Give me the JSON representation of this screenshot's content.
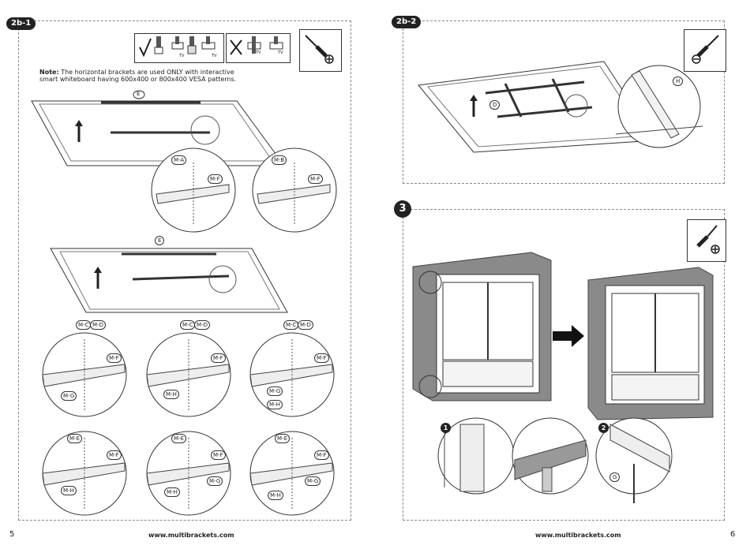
{
  "left_page": {
    "step_badge": "2b-1",
    "note_label": "Note:",
    "note_line1": "The horizontal brackets are used ONLY with interactive",
    "note_line2": "smart whiteboard having 600x400 or 800x400 VESA patterns.",
    "footer_url": "www.multibrackets.com",
    "page_number": "5",
    "icon_tv": "TV",
    "label_e": "E",
    "zoom_top": [
      [
        "M-A",
        "M-F"
      ],
      [
        "M-B",
        "M-F"
      ]
    ],
    "row1": [
      {
        "a": "M-C",
        "b": "M-D",
        "c": "M-F",
        "d": "M-G"
      },
      {
        "a": "M-C",
        "b": "M-D",
        "c": "M-F",
        "d": "M-H"
      },
      {
        "a": "M-C",
        "b": "M-D",
        "c": "M-F",
        "d": "M-G",
        "e": "M-H"
      }
    ],
    "row2": [
      {
        "a": "M-E",
        "c": "M-F",
        "d": "M-H"
      },
      {
        "a": "M-E",
        "c": "M-F",
        "d": "M-G",
        "e": "M-H"
      },
      {
        "a": "M-E",
        "c": "M-F",
        "d": "M-G",
        "e": "M-H"
      }
    ]
  },
  "right_page": {
    "step_badge": "2b-2",
    "step3_badge": "3",
    "label_d": "D",
    "label_h": "H",
    "label_g": "G",
    "sub1": "1",
    "sub2": "2",
    "footer_url": "www.multibrackets.com",
    "page_number": "6"
  },
  "icons": {
    "screwdriver_plus": "screwdriver-phillips-icon",
    "screwdriver_minus": "screwdriver-flat-icon",
    "check": "check-icon",
    "cross": "cross-icon"
  }
}
